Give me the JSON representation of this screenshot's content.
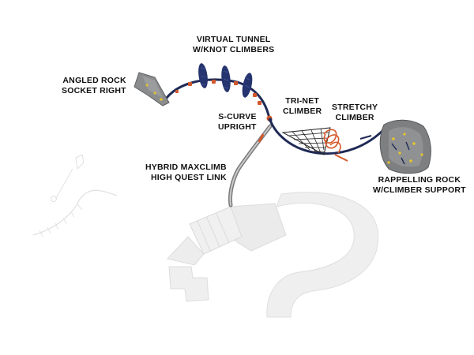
{
  "labels": {
    "virtual_tunnel": [
      "VIRTUAL TUNNEL",
      "W/KNOT CLIMBERS"
    ],
    "angled_rock": [
      "ANGLED ROCK",
      "SOCKET RIGHT"
    ],
    "s_curve": [
      "S-CURVE",
      "UPRIGHT"
    ],
    "tri_net": [
      "TRI-NET",
      "CLIMBER"
    ],
    "stretchy": [
      "STRETCHY",
      "CLIMBER"
    ],
    "hybrid": [
      "HYBRID MAXCLIMB",
      "HIGH QUEST LINK"
    ],
    "rappelling": [
      "RAPPELLING ROCK",
      "W/CLIMBER SUPPORT"
    ]
  },
  "colors": {
    "rail": "#1f2a56",
    "knot": "#25346e",
    "accent": "#d4572a",
    "rock": "#8a8c8e",
    "rock_dark": "#5e6062",
    "hold": "#e7c52a",
    "ghost": "#e6e6e6",
    "ghost_line": "#d7d7d7",
    "link": "#7b7b7b"
  }
}
